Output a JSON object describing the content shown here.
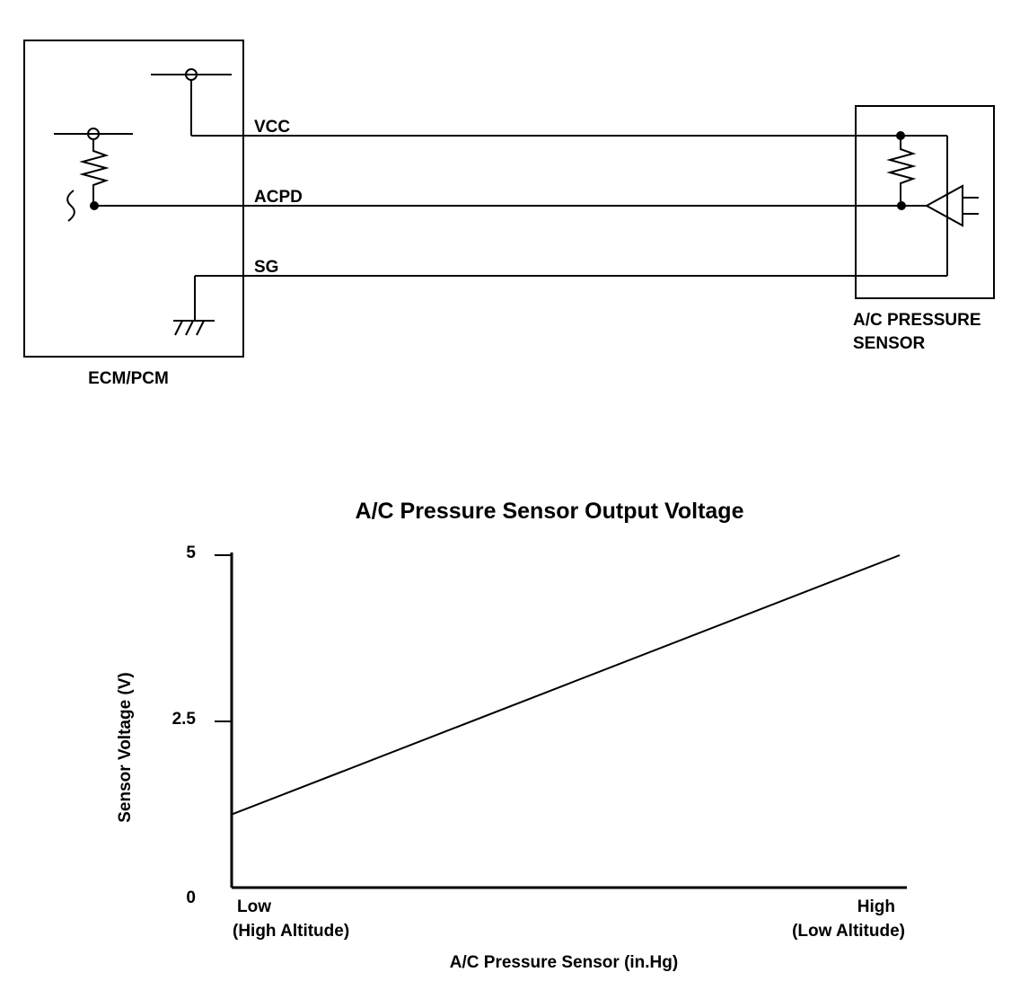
{
  "circuit": {
    "ecm_label": "ECM/PCM",
    "sensor_label_line1": "A/C PRESSURE",
    "sensor_label_line2": "SENSOR",
    "wires": [
      {
        "name": "VCC"
      },
      {
        "name": "ACPD"
      },
      {
        "name": "SG"
      }
    ]
  },
  "chart_data": {
    "type": "line",
    "title": "A/C Pressure Sensor Output Voltage",
    "xlabel": "A/C Pressure Sensor (in.Hg)",
    "ylabel": "Sensor Voltage (V)",
    "x_tick_labels": [
      {
        "line1": "Low",
        "line2": "(High Altitude)"
      },
      {
        "line1": "High",
        "line2": "(Low Altitude)"
      }
    ],
    "y_ticks": [
      {
        "value": 0,
        "label": "0"
      },
      {
        "value": 2.5,
        "label": "2.5"
      },
      {
        "value": 5,
        "label": "5"
      }
    ],
    "ylim": [
      0,
      5
    ],
    "xlim": [
      0,
      1
    ],
    "x_scale": "qualitative (Low to High)",
    "grid": false,
    "series": [
      {
        "x": [
          0,
          1
        ],
        "values": [
          1.1,
          5.0
        ]
      }
    ],
    "colors": {
      "line": "#000000",
      "background": "#ffffff"
    }
  }
}
